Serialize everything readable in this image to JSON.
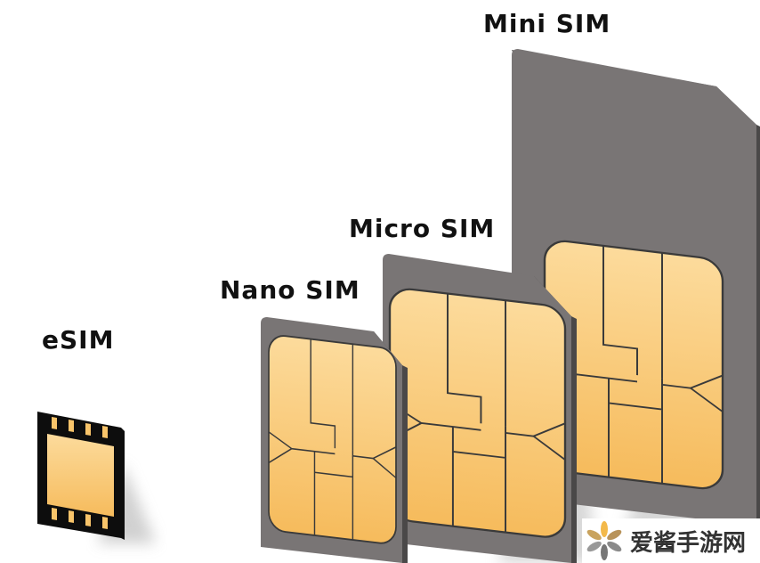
{
  "labels": {
    "mini": "Mini SIM",
    "micro": "Micro SIM",
    "nano": "Nano SIM",
    "esim": "eSIM"
  },
  "watermark": {
    "text": "爱酱手游网"
  },
  "colors": {
    "card": "#797575",
    "card_edge": "#4a4848",
    "chip_light": "#fcd998",
    "chip_dark": "#f6bb5c",
    "esim_body": "#0d0d0d"
  }
}
